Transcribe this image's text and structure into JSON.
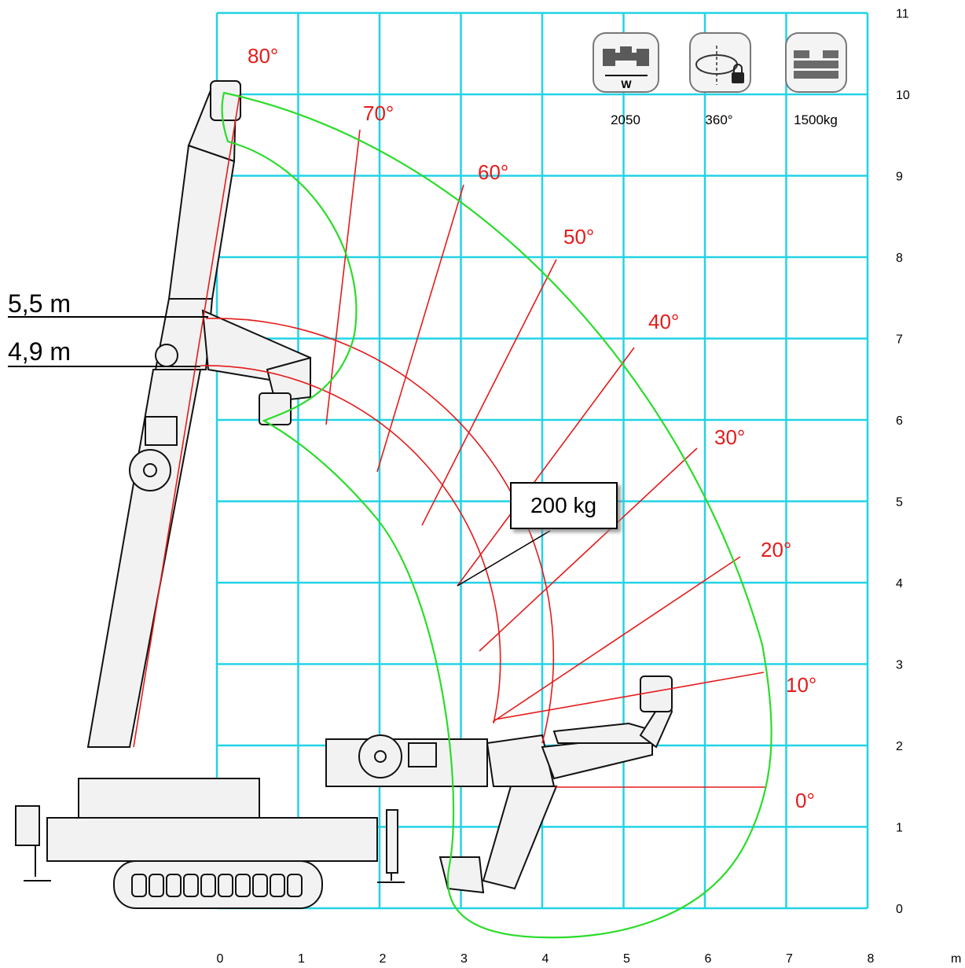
{
  "chart_data": {
    "type": "load-chart",
    "x_ticks": [
      "0",
      "1",
      "2",
      "3",
      "4",
      "5",
      "6",
      "7",
      "8"
    ],
    "y_ticks": [
      "0",
      "1",
      "2",
      "3",
      "4",
      "5",
      "6",
      "7",
      "8",
      "9",
      "10",
      "11"
    ],
    "x_unit": "m",
    "xlim": [
      0,
      8
    ],
    "ylim": [
      0,
      11
    ],
    "grid": true,
    "boom_angles": [
      "80°",
      "70°",
      "60°",
      "50°",
      "40°",
      "30°",
      "20°",
      "10°",
      "0°"
    ],
    "heights": [
      "5,5 m",
      "4,9 m"
    ],
    "load": "200 kg",
    "specs": [
      {
        "icon": "track-width-icon",
        "label": "2050"
      },
      {
        "icon": "slew-rotation-icon",
        "label": "360°"
      },
      {
        "icon": "counterweight-icon",
        "label": "1500kg"
      }
    ]
  }
}
